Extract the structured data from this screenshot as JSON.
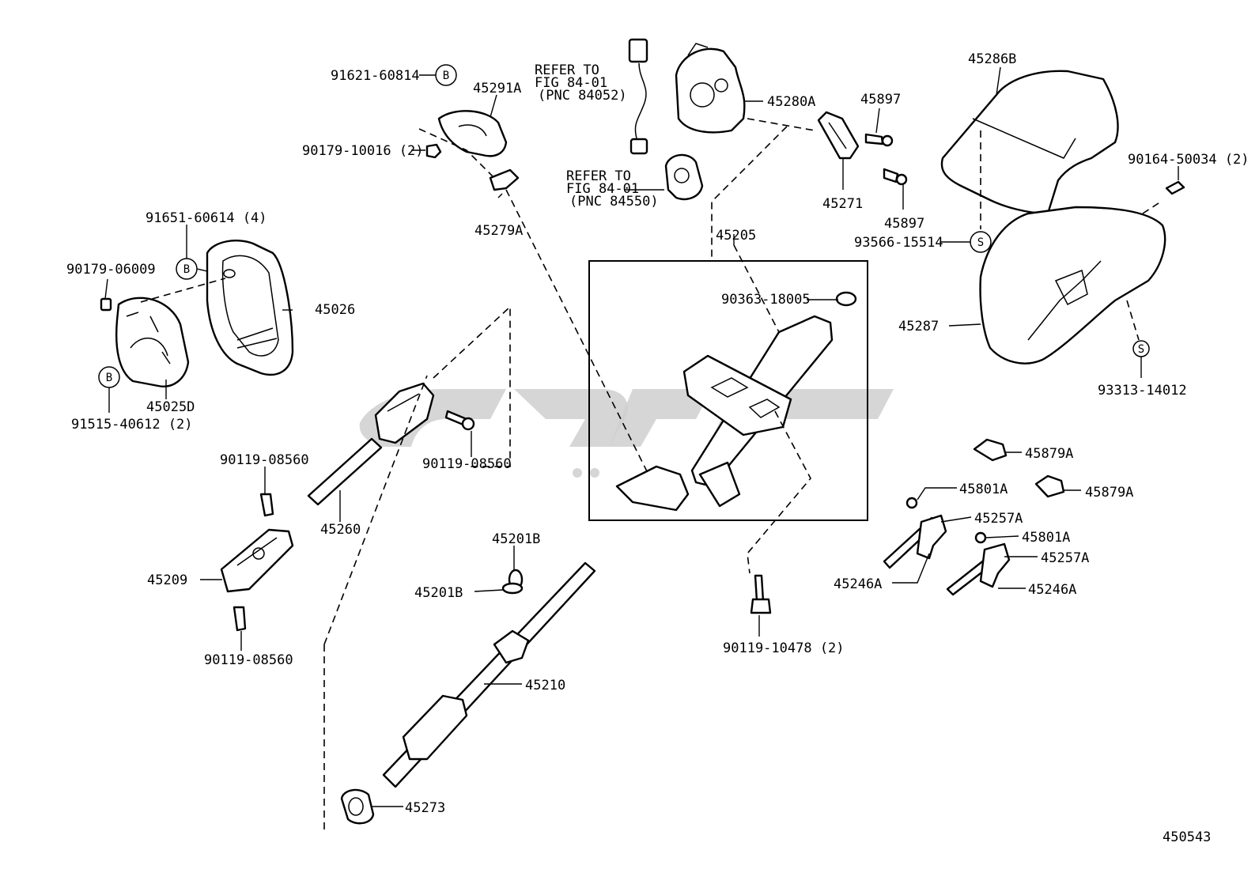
{
  "diagram_id": "450543",
  "markers": {
    "bolt_type_b": "B",
    "screw_type_s": "S"
  },
  "refer_notes": [
    {
      "lines": [
        "REFER TO",
        "FIG 84-01",
        "(PNC 84052)"
      ]
    },
    {
      "lines": [
        "REFER TO",
        "FIG 84-01",
        "(PNC 84550)"
      ]
    }
  ],
  "parts": {
    "p91621_60814": "91621-60814",
    "p45291A": "45291A",
    "p90179_10016": "90179-10016 (2)",
    "p45279A": "45279A",
    "p91651_60614": "91651-60614 (4)",
    "p90179_06009": "90179-06009",
    "p45026": "45026",
    "p45025D": "45025D",
    "p91515_40612": "91515-40612 (2)",
    "p45280A": "45280A",
    "p45897_top": "45897",
    "p45271": "45271",
    "p45897_bottom": "45897",
    "p45205": "45205",
    "p45286B": "45286B",
    "p90164_50034": "90164-50034 (2)",
    "p93566_15514": "93566-15514",
    "p45287": "45287",
    "p93313_14012": "93313-14012",
    "p90363_18005": "90363-18005",
    "p90119_08560_a": "90119-08560",
    "p45260": "45260",
    "p90119_08560_b": "90119-08560",
    "p45209": "45209",
    "p90119_08560_c": "90119-08560",
    "p45201B_top": "45201B",
    "p45201B_bottom": "45201B",
    "p45210": "45210",
    "p45273": "45273",
    "p90119_10478": "90119-10478 (2)",
    "p45879A_top": "45879A",
    "p45879A_bottom": "45879A",
    "p45801A_top": "45801A",
    "p45257A_top": "45257A",
    "p45801A_bottom": "45801A",
    "p45257A_bottom": "45257A",
    "p45246A_left": "45246A",
    "p45246A_right": "45246A"
  }
}
